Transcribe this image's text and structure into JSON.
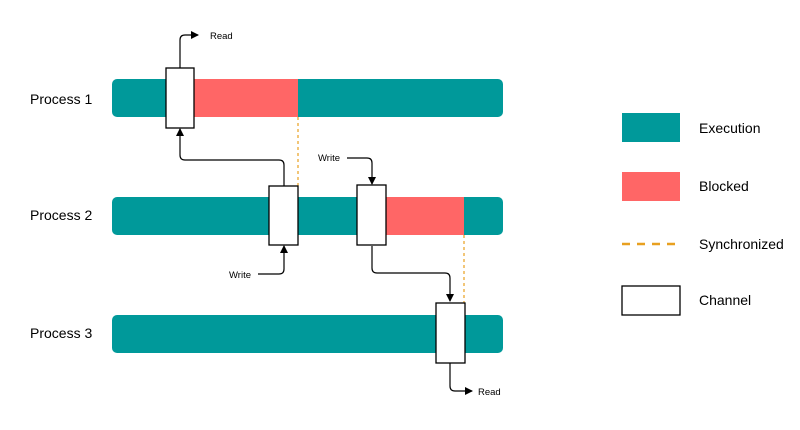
{
  "colors": {
    "execution": "#00999a",
    "blocked": "#ff6666",
    "synchronized": "#e8a020",
    "channel_fill": "#ffffff",
    "stroke": "#000000"
  },
  "processes": [
    {
      "label": "Process 1"
    },
    {
      "label": "Process 2"
    },
    {
      "label": "Process 3"
    }
  ],
  "annotations": {
    "read_top": "Read",
    "write_p2_left": "Write",
    "write_p2_right": "Write",
    "read_bottom": "Read"
  },
  "legend": {
    "execution": "Execution",
    "blocked": "Blocked",
    "synchronized": "Synchronized",
    "channel": "Channel"
  }
}
